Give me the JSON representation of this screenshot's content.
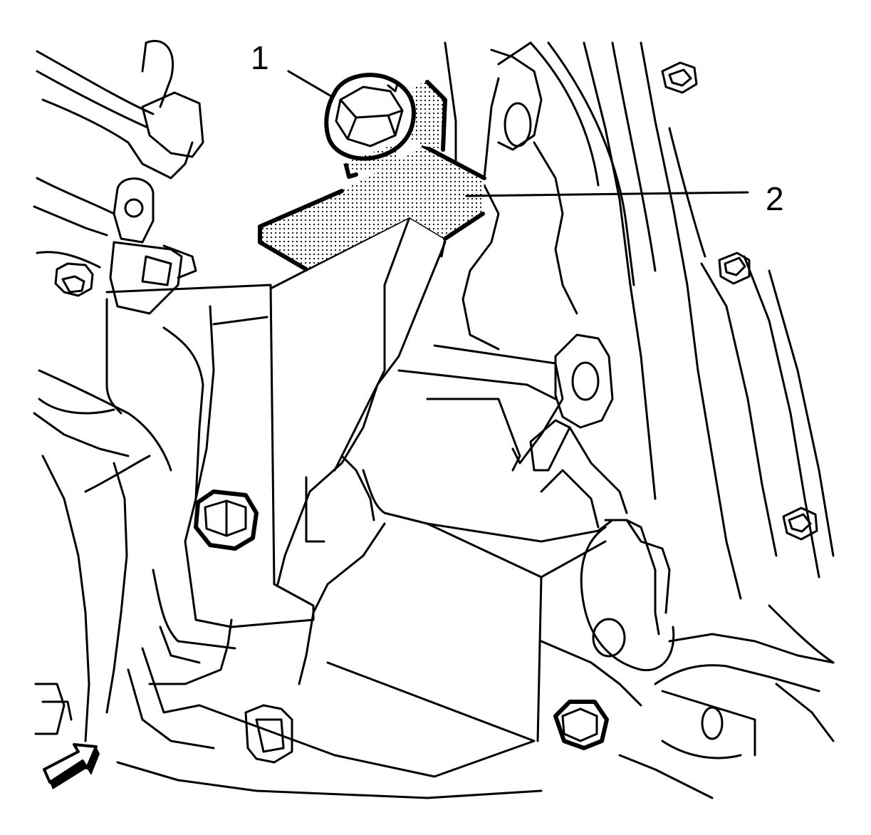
{
  "callouts": [
    {
      "id": "1",
      "label": "1"
    },
    {
      "id": "2",
      "label": "2"
    }
  ],
  "colors": {
    "line": "#000000",
    "background": "#ffffff",
    "highlight_dots": "#000000"
  },
  "icons": {
    "view_direction": "arrow-icon"
  }
}
